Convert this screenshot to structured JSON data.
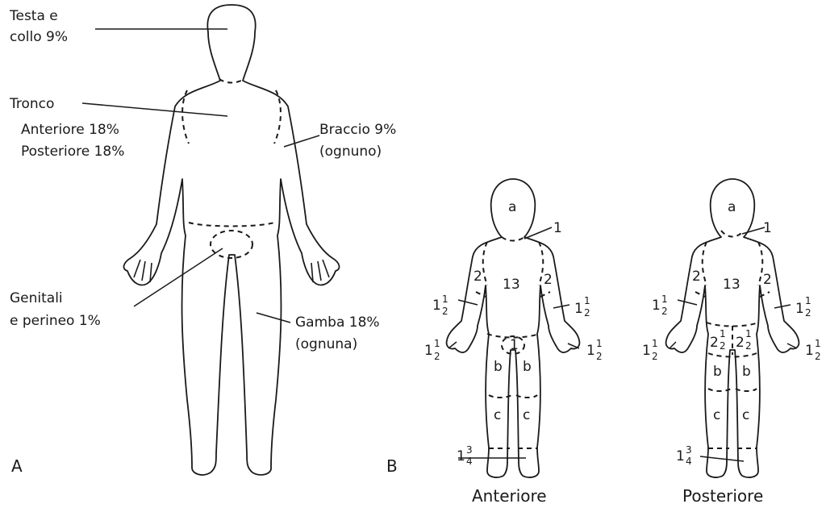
{
  "panel_a": {
    "letter": "A",
    "head_line1": "Testa e",
    "head_line2": "collo 9%",
    "trunk_title": "Tronco",
    "trunk_front": "Anteriore 18%",
    "trunk_back": "Posteriore 18%",
    "arm_line1": "Braccio 9%",
    "arm_line2": "(ognuno)",
    "genital_line1": "Genitali",
    "genital_line2": "e perineo 1%",
    "leg_line1": "Gamba 18%",
    "leg_line2": "(ognuna)"
  },
  "panel_b": {
    "letter": "B",
    "front_caption": "Anteriore",
    "back_caption": "Posteriore",
    "head": "a",
    "neck": "1",
    "trunk": "13",
    "upper_arm": "2",
    "thigh": "b",
    "lower_leg": "c",
    "genital": "1",
    "whole_one": "1",
    "whole_two": "2",
    "half_num": "1",
    "half_den": "2",
    "threeq_num": "3",
    "threeq_den": "4"
  }
}
